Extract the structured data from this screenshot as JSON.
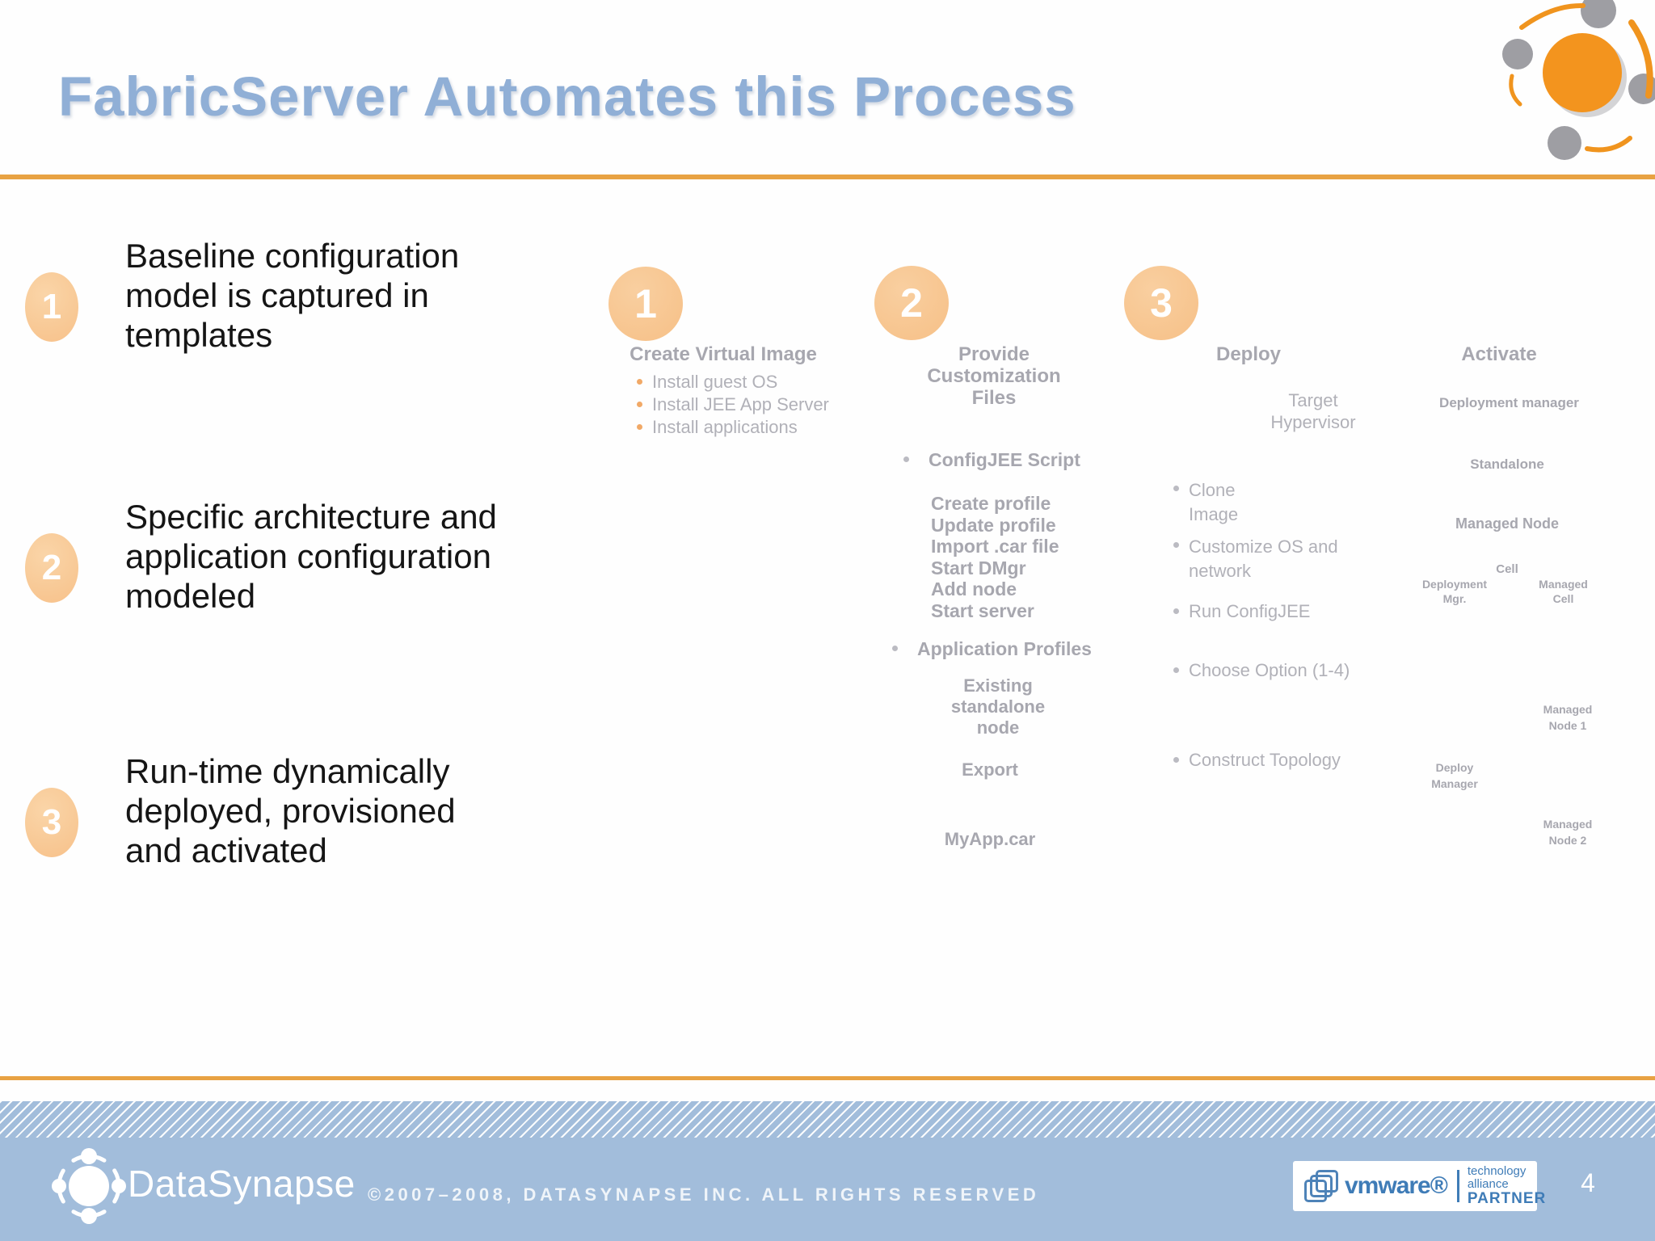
{
  "header": {
    "title": "FabricServer Automates this Process"
  },
  "left_items": [
    {
      "number": "1",
      "text": "Baseline configuration\nmodel is captured in\ntemplates"
    },
    {
      "number": "2",
      "text": "Specific architecture and\napplication configuration\nmodeled"
    },
    {
      "number": "3",
      "text": "Run-time dynamically\ndeployed, provisioned\nand activated"
    }
  ],
  "diagram": {
    "step1": {
      "number": "1",
      "heading": "Create Virtual Image",
      "bullets": [
        "Install guest OS",
        "Install JEE App Server",
        "Install applications"
      ]
    },
    "step2": {
      "number": "2",
      "heading": "Provide Customization\nFiles",
      "bullet1": "ConfigJEE Script",
      "script_steps": "Create profile\nUpdate profile\nImport .car file\nStart DMgr\nAdd node\nStart server",
      "bullet2": "Application Profiles",
      "node_label": "Existing\nstandalone\nnode",
      "export_label": "Export",
      "file_label": "MyApp.car"
    },
    "step3": {
      "number": "3",
      "heading": "Deploy",
      "target_label": "Target\nHypervisor",
      "bullets": [
        "Clone\nImage",
        "Customize OS and\nnetwork",
        "Run ConfigJEE",
        "Choose Option (1-4)",
        "Construct Topology"
      ]
    },
    "step4": {
      "heading": "Activate",
      "labels": [
        "Deployment manager",
        "Standalone",
        "Managed Node",
        "Cell",
        "Deployment\nMgr.",
        "Managed\nCell",
        "Managed\nNode 1",
        "Deploy\nManager",
        "Managed\nNode 2"
      ]
    }
  },
  "footer": {
    "brand": "DataSynapse",
    "copyright": "©2007–2008, DATASYNAPSE INC. ALL RIGHTS RESERVED",
    "vmware_badge": {
      "name": "vmware®",
      "line1": "technology alliance",
      "line2": "PARTNER"
    },
    "page_number": "4"
  },
  "icons": {
    "header_logo": "datasynapse-orbit-logo",
    "footer_logo": "datasynapse-orbit-logo",
    "vmware_icon": "vmware-boxes-icon"
  },
  "colors": {
    "title_blue": "#90AFD6",
    "accent_orange": "#E8A243",
    "circle_peach": "#F8C795",
    "ghost_gray": "#AFAFB5",
    "footer_blue": "#A2BDDB",
    "vmware_blue": "#3F7CB7"
  }
}
